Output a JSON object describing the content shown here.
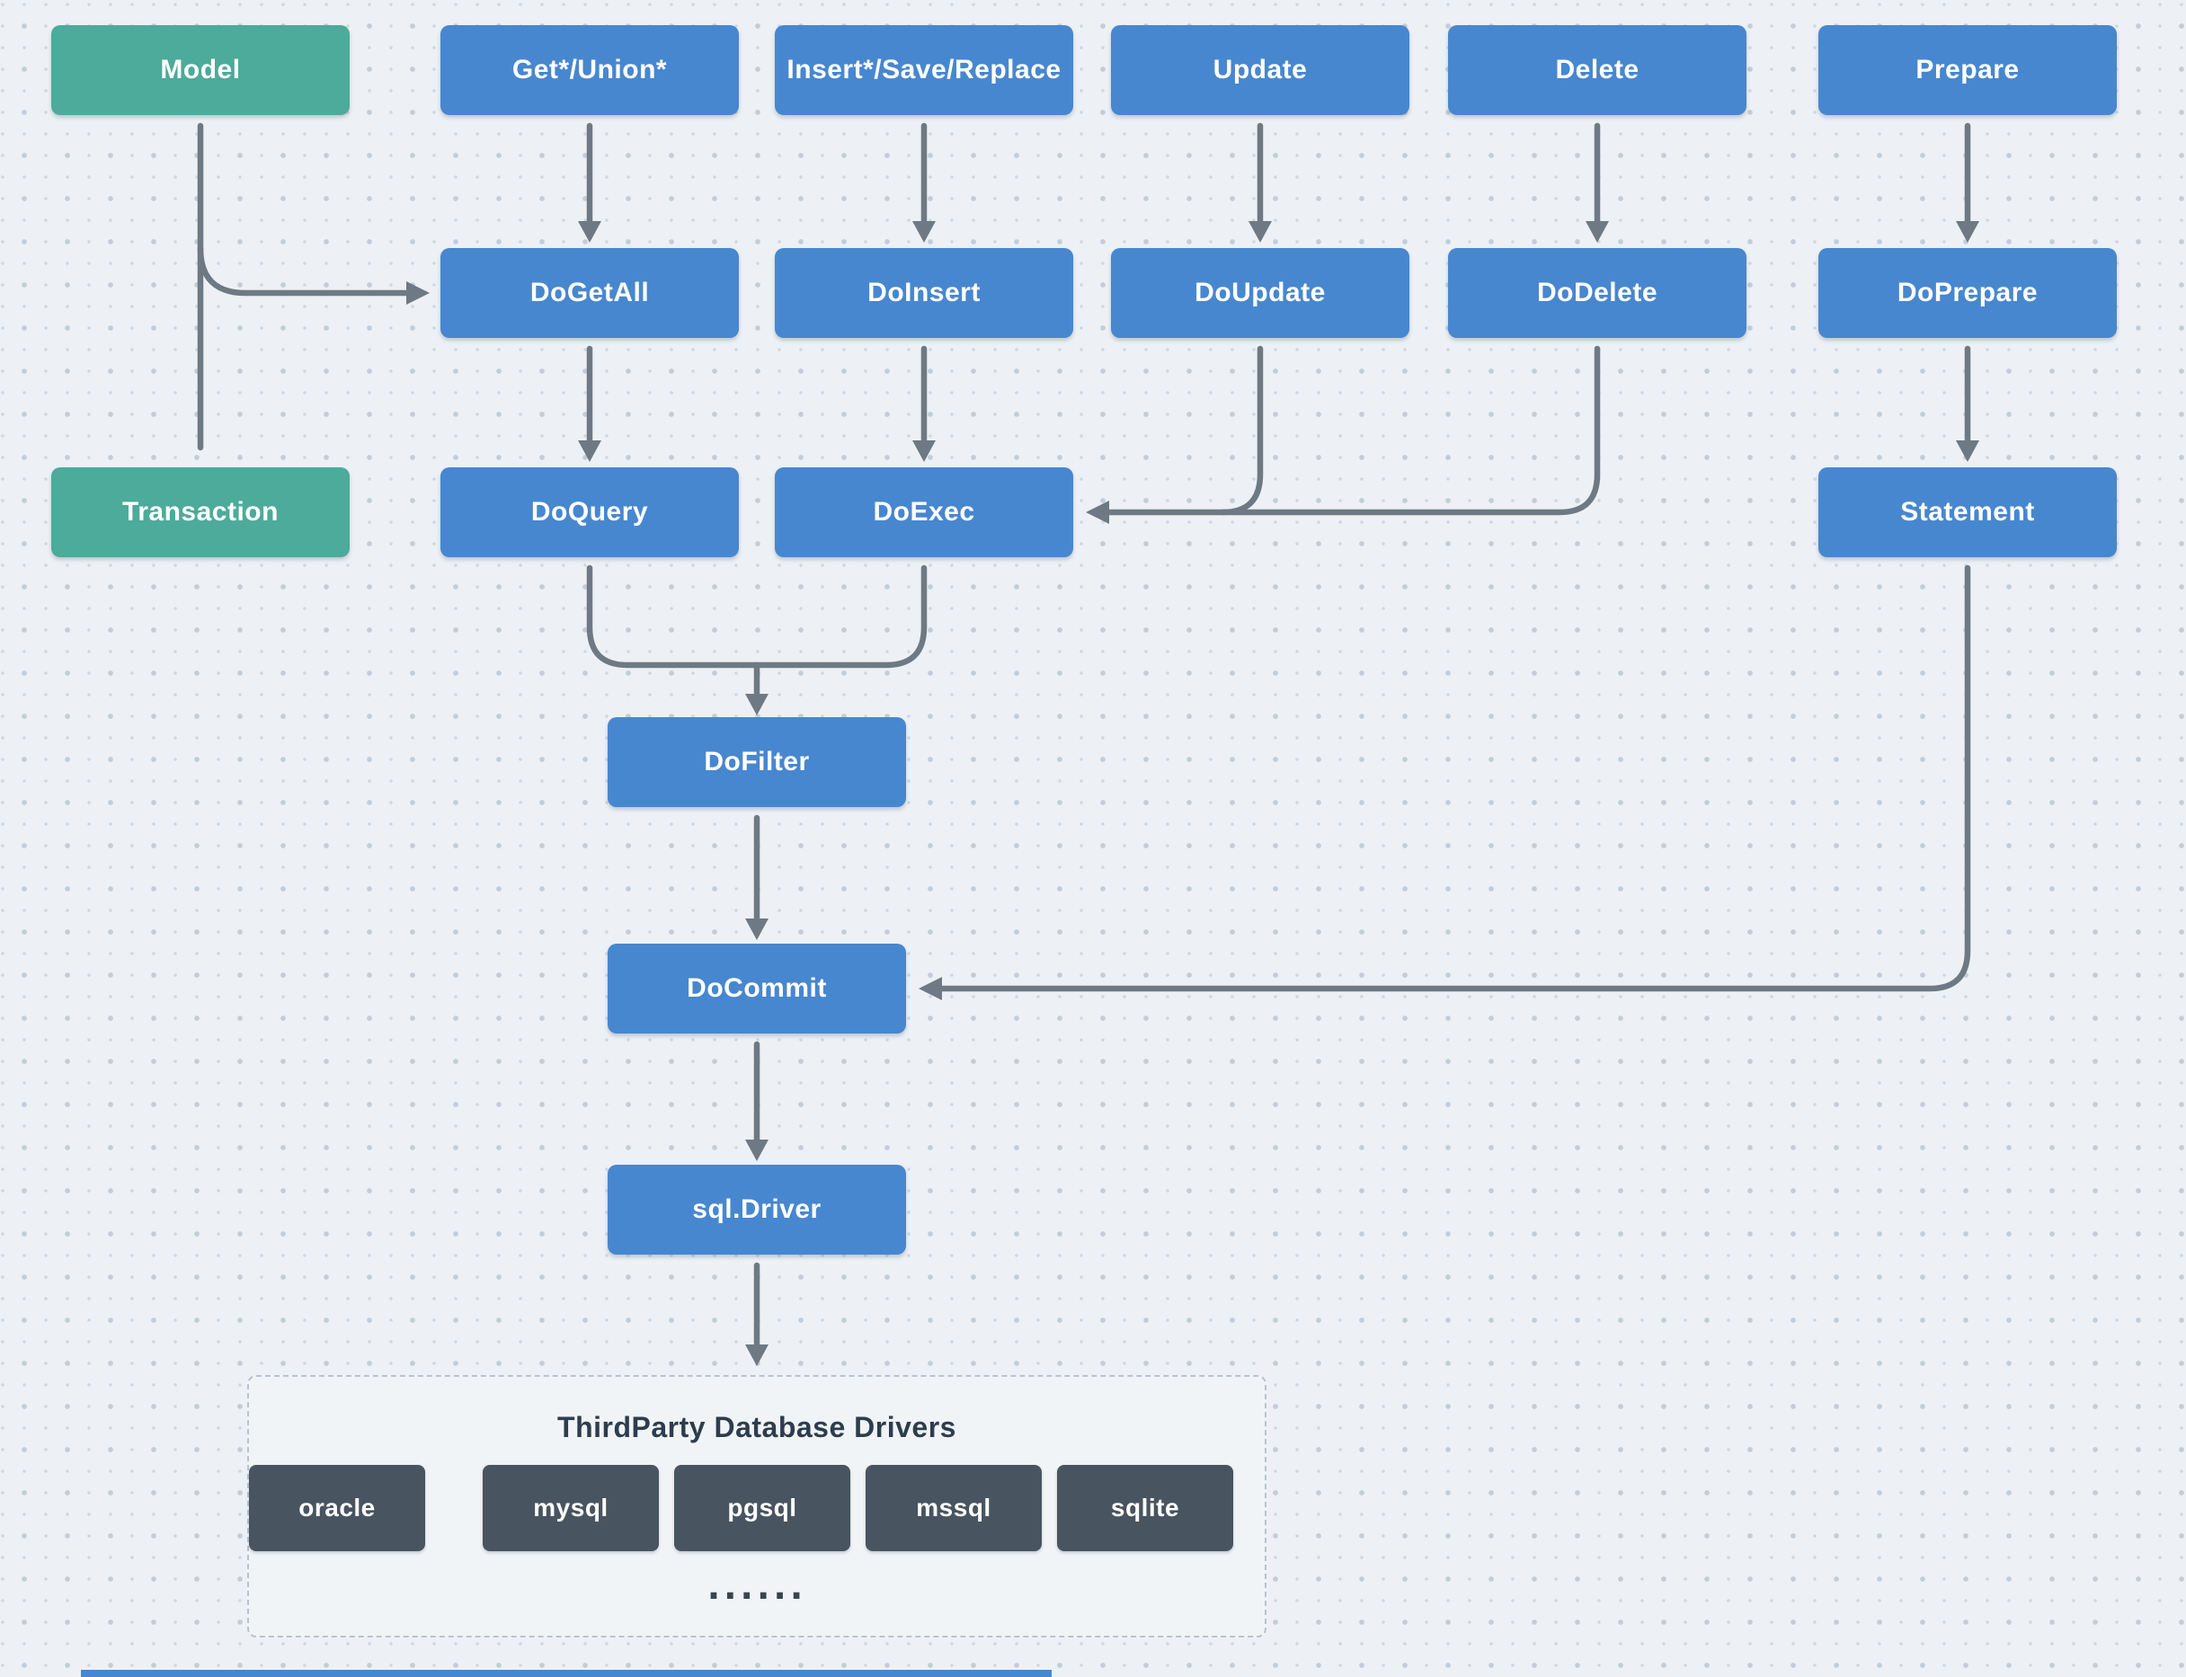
{
  "colors": {
    "background": "#edf1f5",
    "dot": "#c7d0dc",
    "node_blue": "#4787cf",
    "node_green": "#4cab9a",
    "node_dark": "#48545f",
    "connector": "#6e7983",
    "text_light": "#ffffff",
    "panel_title_color": "#2e3d4d",
    "panel_border": "#b9c3cd",
    "panel_fill": "#f1f4f7",
    "ellipsis_color": "#39444f"
  },
  "nodes": {
    "model": "Model",
    "get_union": "Get*/Union*",
    "insert_save_replace": "Insert*/Save/Replace",
    "update": "Update",
    "delete": "Delete",
    "prepare": "Prepare",
    "do_get_all": "DoGetAll",
    "do_insert": "DoInsert",
    "do_update": "DoUpdate",
    "do_delete": "DoDelete",
    "do_prepare": "DoPrepare",
    "transaction": "Transaction",
    "do_query": "DoQuery",
    "do_exec": "DoExec",
    "statement": "Statement",
    "do_filter": "DoFilter",
    "do_commit": "DoCommit",
    "sql_driver": "sql.Driver"
  },
  "drivers_panel": {
    "title": "ThirdParty Database Drivers",
    "drivers": [
      "mysql",
      "pgsql",
      "mssql",
      "sqlite",
      "oracle"
    ],
    "ellipsis": "......"
  }
}
